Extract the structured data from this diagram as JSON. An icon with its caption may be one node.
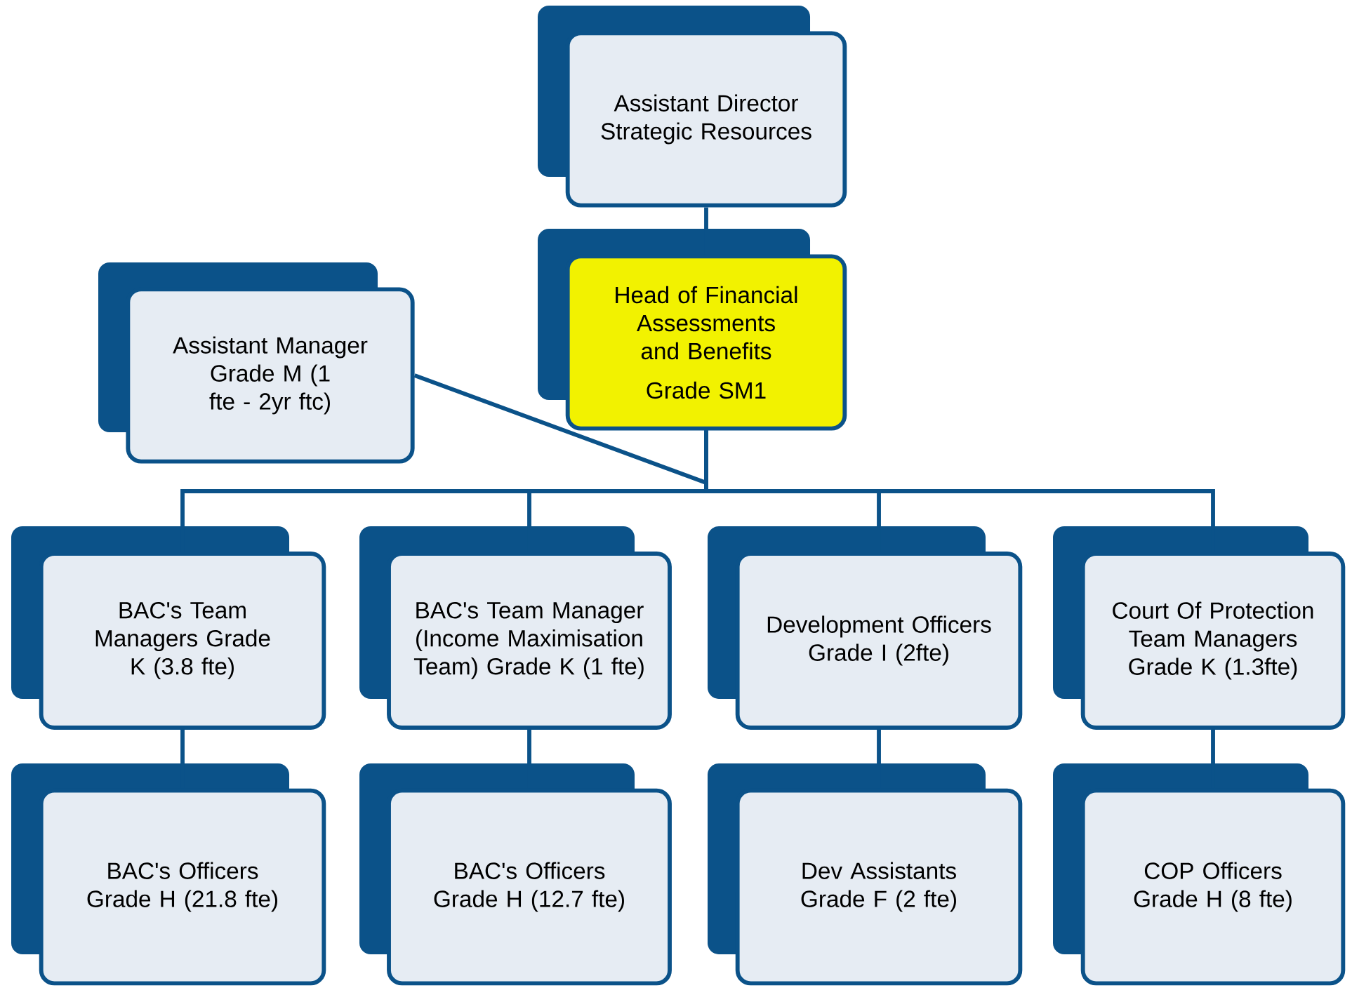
{
  "diagram": {
    "nodes": [
      {
        "text": [
          "Assistant Director Strategic Resources"
        ]
      },
      {
        "text": [
          "Head of Financial Assessments and Benefits",
          "Grade SM1"
        ]
      },
      {
        "text": [
          "Assistant Manager Grade M (1 fte - 2yr ftc)"
        ]
      },
      {
        "text": [
          "BAC's Team Managers Grade K (3.8 fte)"
        ]
      },
      {
        "text": [
          "BAC's Team Manager (Income Maximisation Team) Grade K (1 fte)"
        ]
      },
      {
        "text": [
          "Development Officers Grade I (2fte)"
        ]
      },
      {
        "text": [
          "Court Of Protection Team Managers Grade K (1.3fte)"
        ]
      },
      {
        "text": [
          "BAC's Officers Grade H (21.8 fte)"
        ]
      },
      {
        "text": [
          "BAC's Officers Grade H (12.7 fte)"
        ]
      },
      {
        "text": [
          "Dev Assistants Grade F (2 fte)"
        ]
      },
      {
        "text": [
          "COP Officers Grade H (8 fte)"
        ]
      }
    ],
    "edges": [
      {
        "from": 0,
        "to": 1,
        "arrow": "none"
      },
      {
        "from": 2,
        "to": 1,
        "arrow": "none"
      },
      {
        "from": 1,
        "to": 3,
        "arrow": "none"
      },
      {
        "from": 1,
        "to": 4,
        "arrow": "none"
      },
      {
        "from": 1,
        "to": 5,
        "arrow": "none"
      },
      {
        "from": 1,
        "to": 6,
        "arrow": "none"
      },
      {
        "from": 3,
        "to": 7,
        "arrow": "none"
      },
      {
        "from": 4,
        "to": 8,
        "arrow": "none"
      },
      {
        "from": 5,
        "to": 9,
        "arrow": "none"
      },
      {
        "from": 6,
        "to": 10,
        "arrow": "none"
      }
    ]
  }
}
